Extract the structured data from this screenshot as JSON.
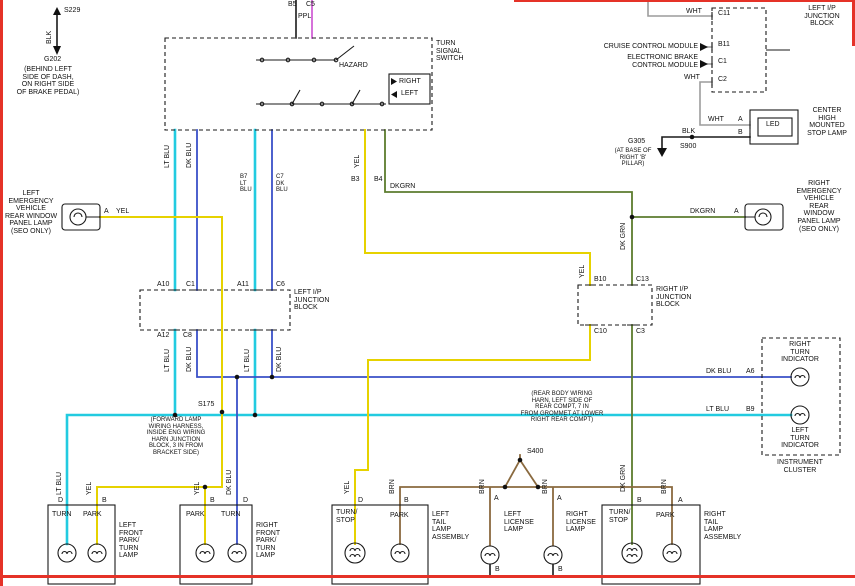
{
  "pal": {
    "lt_blu": "#22cbe0",
    "dk_blu": "#3a50c8",
    "yel": "#e6d200",
    "dk_grn": "#5c7c2e",
    "brn": "#8a6a3f",
    "ppl": "#cc4fd0",
    "wht_wire": "#9c9c9c",
    "blk": "#1a1a1a",
    "red": "#e53228"
  },
  "g202": {
    "s229": "S229",
    "blk": "BLK",
    "g202": "G202",
    "note": "(BEHIND LEFT\nSIDE OF DASH,\nON RIGHT SIDE\nOF BRAKE PEDAL)"
  },
  "sw": {
    "title": "TURN\nSIGNAL\nSWITCH",
    "hazard": "HAZARD",
    "right": "RIGHT",
    "left": "LEFT",
    "b5": "B5",
    "c5": "C5",
    "ppl": "PPL",
    "b7": "B7\nLT\nBLU",
    "c7": "C7\nDK\nBLU",
    "b3": "B3",
    "b4": "B4",
    "yel": "YEL",
    "ltblu": "LT BLU",
    "dkblu": "DK BLU",
    "dkgrn": "DKGRN"
  },
  "eml": {
    "note": "LEFT\nEMERGENCY\nVEHICLE\nREAR WINDOW\nPANEL LAMP\n(SEO ONLY)",
    "a": "A",
    "yel": "YEL"
  },
  "emr": {
    "note": "RIGHT\nEMERGENCY\nVEHICLE\nREAR\nWINDOW\nPANEL LAMP\n(SEO ONLY)",
    "dkgrn": "DKGRN",
    "a": "A"
  },
  "ljb": {
    "title": "LEFT I/P\nJUNCTION\nBLOCK",
    "a10": "A10",
    "c1": "C1",
    "a11": "A11",
    "c6": "C6",
    "a12": "A12",
    "c8": "C8",
    "lt1": "LT BLU",
    "dk1": "DK BLU",
    "lt2": "LT BLU",
    "dk2": "DK BLU"
  },
  "rjb": {
    "title": "RIGHT I/P\nJUNCTION\nBLOCK",
    "b10": "B10",
    "c13": "C13",
    "c10": "C10",
    "c3": "C3",
    "yel": "YEL",
    "dkgrn": "DK GRN"
  },
  "trjb": {
    "title": "LEFT I/P\nJUNCTION\nBLOCK",
    "wht1": "WHT",
    "c11": "C11",
    "b11": "B11",
    "cruise": "CRUISE CONTROL MODULE",
    "c1": "C1",
    "ebcm": "ELECTRONIC BRAKE\nCONTROL MODULE",
    "wht2": "WHT",
    "c2": "C2"
  },
  "stop": {
    "led": "LED",
    "title": "CENTER\nHIGH\nMOUNTED\nSTOP LAMP",
    "wht": "WHT",
    "a": "A",
    "blk": "BLK",
    "b": "B",
    "g305": "G305",
    "note": "(AT BASE OF\nRIGHT 'B'\nPILLAR)",
    "s900": "S900"
  },
  "ic": {
    "rt": "RIGHT\nTURN\nINDICATOR",
    "lt": "LEFT\nTURN\nINDICATOR",
    "title": "INSTRUMENT\nCLUSTER",
    "dkblu": "DK BLU",
    "a6": "A6",
    "ltblu": "LT BLU",
    "b9": "B9"
  },
  "s175": {
    "label": "S175",
    "note": "(FORWARD LAMP\nWIRING HARNESS,\nINSIDE ENG WIRING\nHARN JUNCTION\nBLOCK, 3 IN FROM\nBRACKET SIDE)"
  },
  "s400": {
    "label": "S400",
    "note": "(REAR BODY WIRING\nHARN, LEFT SIDE OF\nREAR COMPT, 7 IN\nFROM GROMMET AT LOWER\nRIGHT REAR COMPT)"
  },
  "lf": {
    "turn": "TURN",
    "park": "PARK",
    "title": "LEFT\nFRONT\nPARK/\nTURN\nLAMP",
    "d": "D",
    "b": "B",
    "ltblu": "LT BLU",
    "yel": "YEL"
  },
  "rf": {
    "park": "PARK",
    "turn": "TURN",
    "title": "RIGHT\nFRONT\nPARK/\nTURN\nLAMP",
    "b": "B",
    "d": "D",
    "yel": "YEL",
    "dkblu": "DK BLU"
  },
  "lt": {
    "ts": "TURN/\nSTOP",
    "park": "PARK",
    "title": "LEFT\nTAIL\nLAMP\nASSEMBLY",
    "d": "D",
    "b": "B",
    "yel": "YEL",
    "brn": "BRN"
  },
  "ll": {
    "title": "LEFT\nLICENSE\nLAMP",
    "a": "A",
    "b": "B",
    "brn": "BRN"
  },
  "rl": {
    "title": "RIGHT\nLICENSE\nLAMP",
    "a": "A",
    "b": "B",
    "brn": "BRN"
  },
  "rt": {
    "ts": "TURN/\nSTOP",
    "park": "PARK",
    "title": "RIGHT\nTAIL\nLAMP\nASSEMBLY",
    "b": "B",
    "a": "A",
    "dkgrn": "DK GRN",
    "brn": "BRN"
  }
}
